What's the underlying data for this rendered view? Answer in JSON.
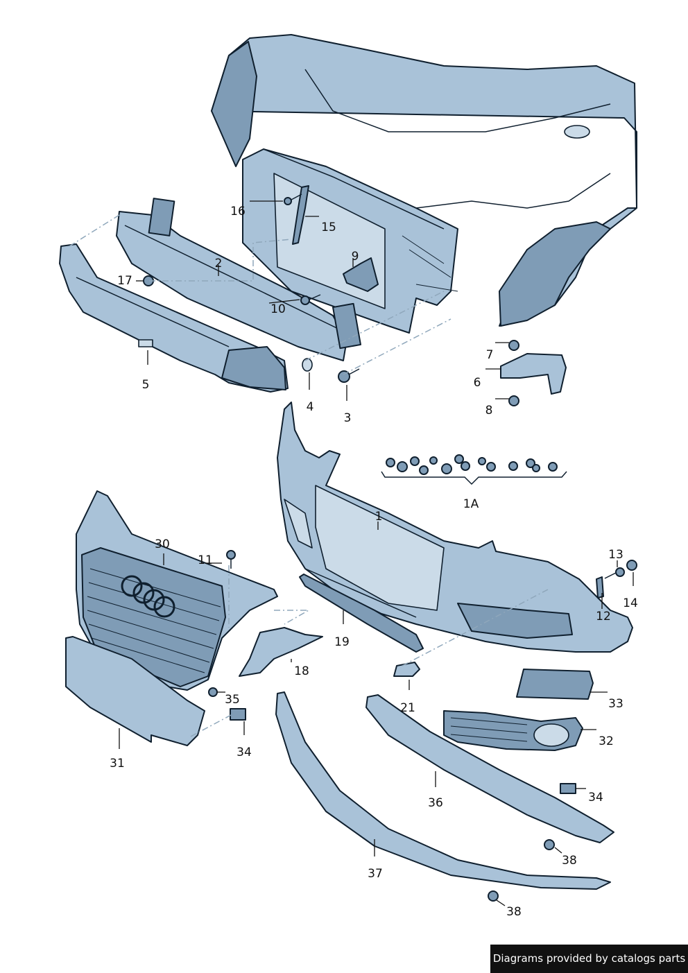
{
  "labels": {
    "p1": "1",
    "p1a": "1A",
    "p2": "2",
    "p3": "3",
    "p4": "4",
    "p5": "5",
    "p6": "6",
    "p7": "7",
    "p8": "8",
    "p9": "9",
    "p10": "10",
    "p11": "11",
    "p12": "12",
    "p13": "13",
    "p14": "14",
    "p15": "15",
    "p16": "16",
    "p17": "17",
    "p18": "18",
    "p19": "19",
    "p21": "21",
    "p30": "30",
    "p31": "31",
    "p32": "32",
    "p33": "33",
    "p34a": "34",
    "p34b": "34",
    "p35": "35",
    "p36": "36",
    "p37": "37",
    "p38a": "38",
    "p38b": "38"
  },
  "footer": {
    "text": "Diagrams provided by catalogs parts"
  },
  "colors": {
    "part_fill": "#a9c2d8",
    "part_dark": "#7f9cb6",
    "outline": "#0f1f2e",
    "footer_bg": "#111111"
  }
}
